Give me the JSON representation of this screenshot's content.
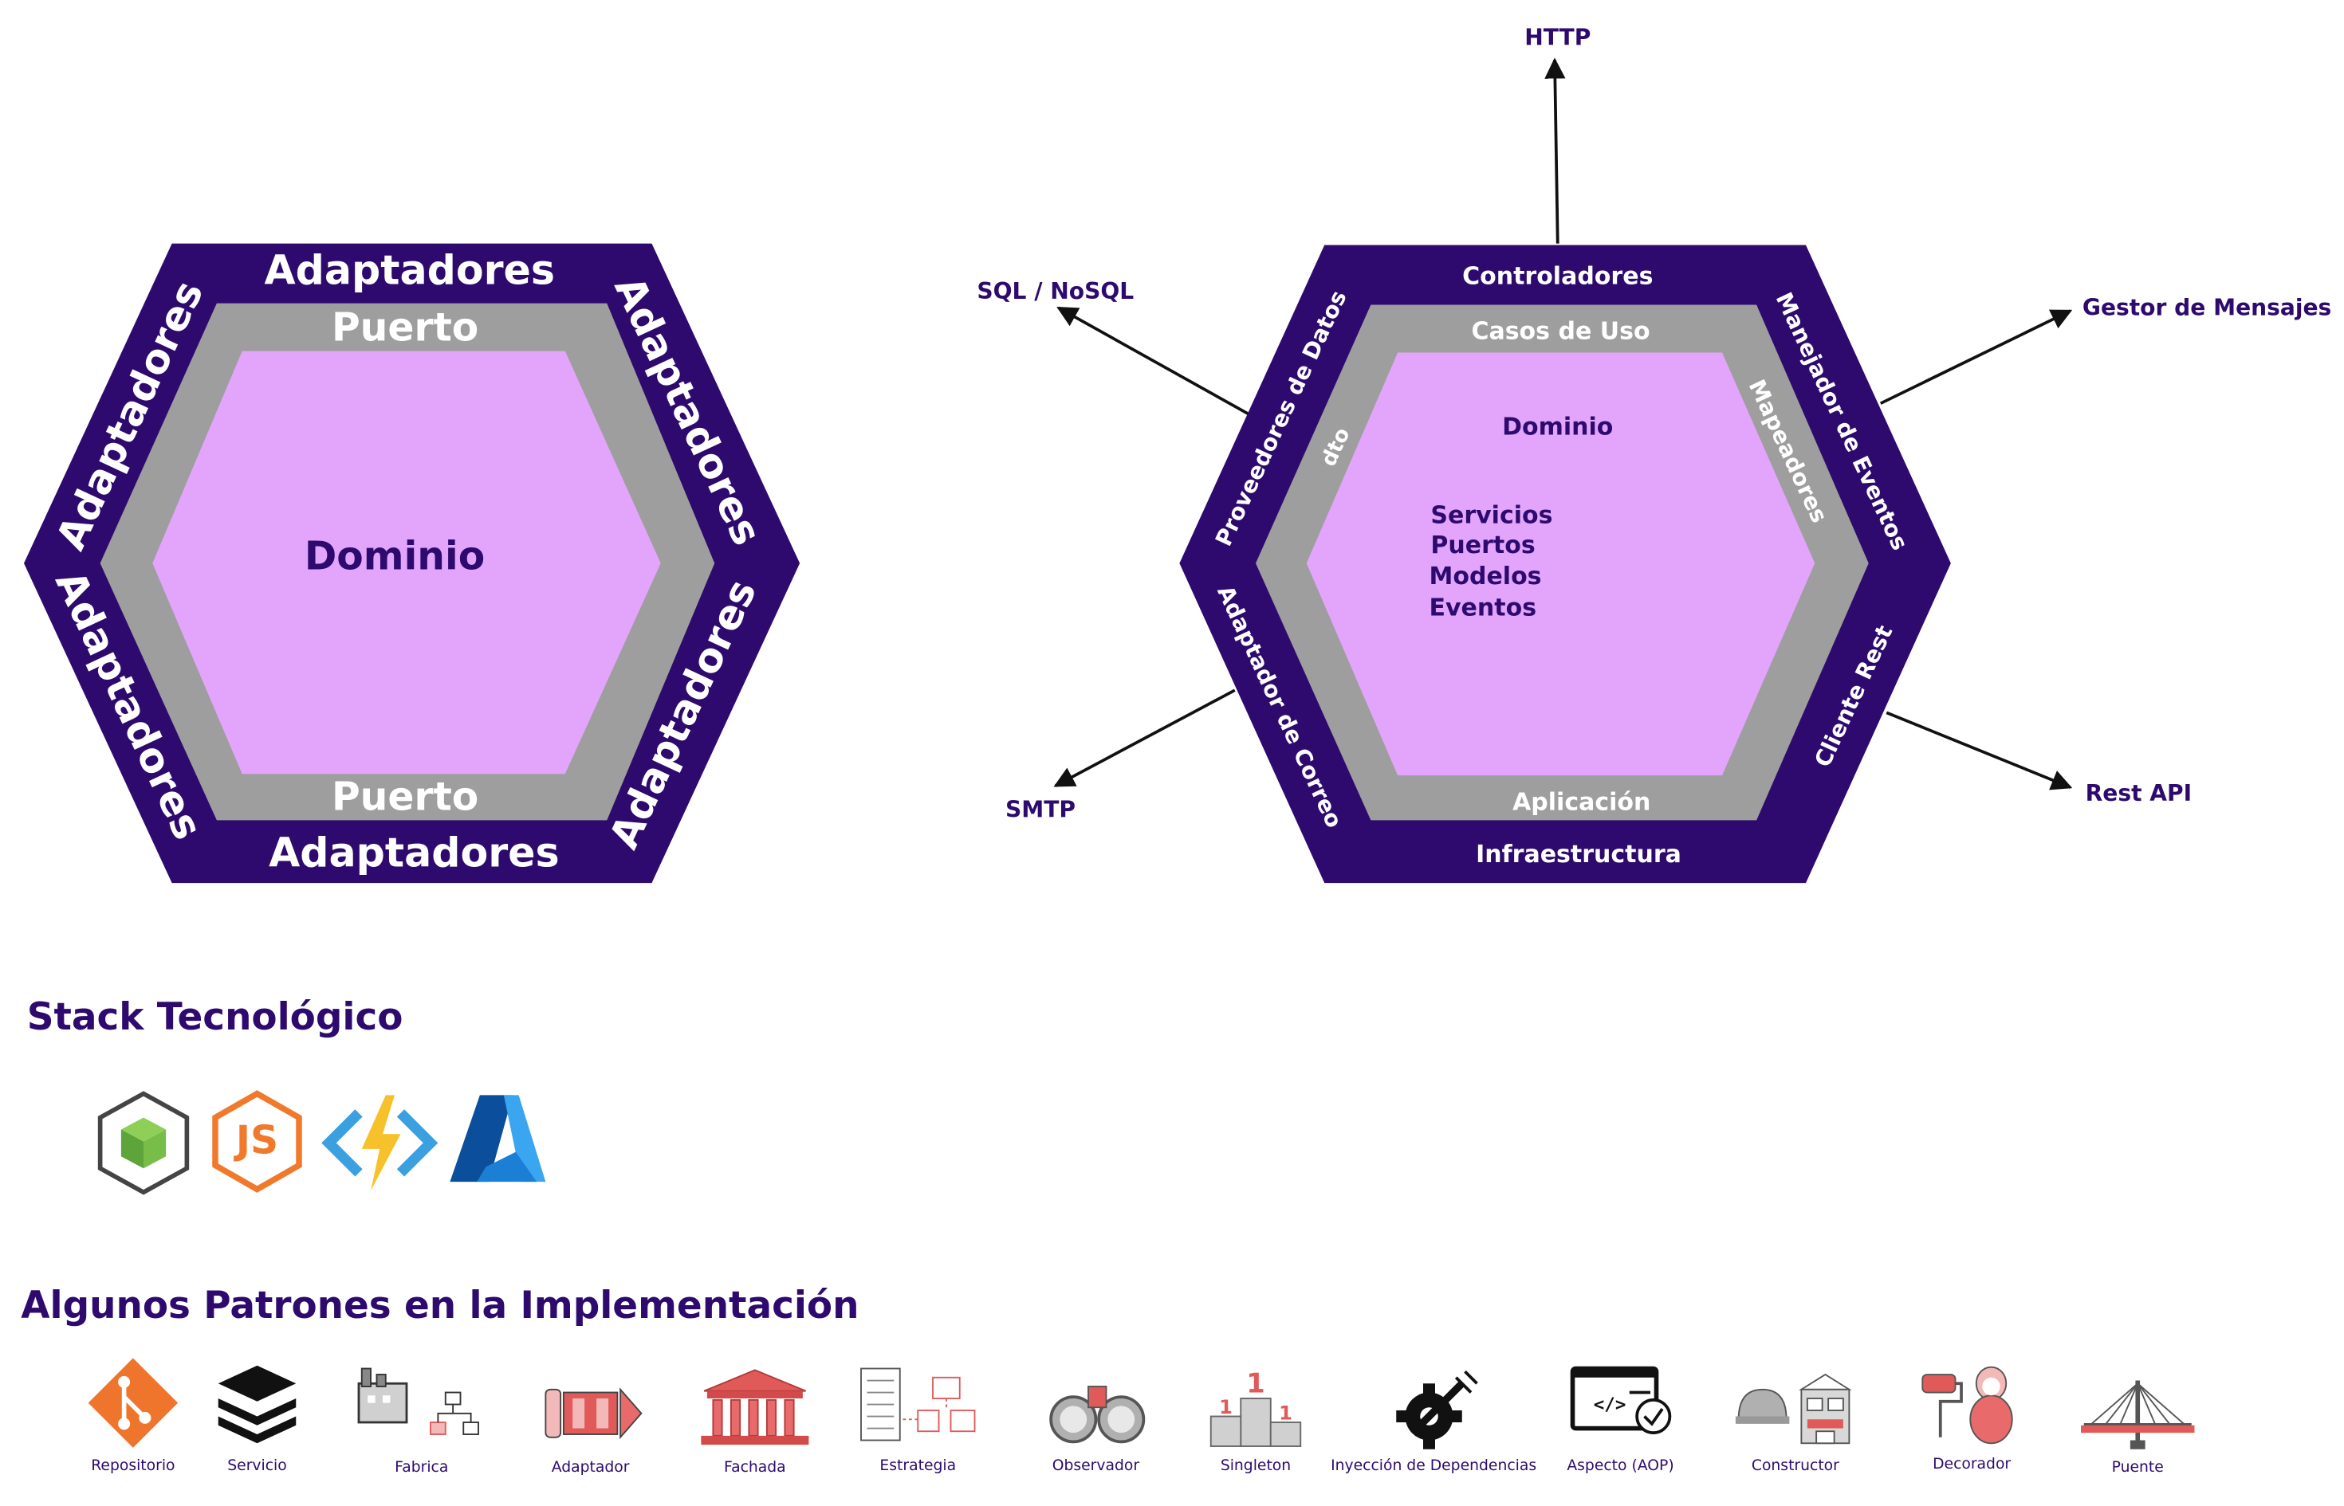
{
  "hex_left": {
    "outer_labels": {
      "top": "Adaptadores",
      "bottom": "Adaptadores",
      "upper_left": "Adaptadores",
      "upper_right": "Adaptadores",
      "lower_left": "Adaptadores",
      "lower_right": "Adaptadores"
    },
    "middle_labels": {
      "top": "Puerto",
      "bottom": "Puerto"
    },
    "core_label": "Dominio"
  },
  "hex_right": {
    "outer_labels": {
      "top": "Controladores",
      "upper_left": "Proveedores de Datos",
      "upper_right": "Manejador de Eventos",
      "lower_left": "Adaptador de Correo",
      "lower_right": "Cliente Rest",
      "bottom": "Infraestructura"
    },
    "middle_labels": {
      "top": "Casos de Uso",
      "bottom": "Aplicación",
      "left": "dto",
      "right": "Mapeadores"
    },
    "core": {
      "title": "Dominio",
      "items": [
        "Servicios",
        "Puertos",
        "Modelos",
        "Eventos"
      ]
    },
    "external": {
      "http": "HTTP",
      "sql": "SQL / NoSQL",
      "messaging": "Gestor de Mensajes",
      "smtp": "SMTP",
      "rest": "Rest API"
    }
  },
  "stack": {
    "title": "Stack Tecnológico",
    "icons": [
      "nodejs-icon",
      "javascript-icon",
      "azure-functions-icon",
      "azure-icon"
    ]
  },
  "patterns": {
    "title": "Algunos Patrones en la Implementación",
    "items": [
      {
        "label": "Repositorio",
        "icon": "git-icon"
      },
      {
        "label": "Servicio",
        "icon": "layers-icon"
      },
      {
        "label": "Fabrica",
        "icon": "factory-icon"
      },
      {
        "label": "Adaptador",
        "icon": "adapter-icon"
      },
      {
        "label": "Fachada",
        "icon": "building-facade-icon"
      },
      {
        "label": "Estrategia",
        "icon": "strategy-icon"
      },
      {
        "label": "Observador",
        "icon": "binoculars-icon"
      },
      {
        "label": "Singleton",
        "icon": "podium-icon"
      },
      {
        "label": "Inyección de Dependencias",
        "icon": "gear-syringe-icon"
      },
      {
        "label": "Aspecto (AOP)",
        "icon": "code-monitor-icon"
      },
      {
        "label": "Constructor",
        "icon": "builder-icon"
      },
      {
        "label": "Decorador",
        "icon": "paint-roller-doll-icon"
      },
      {
        "label": "Puente",
        "icon": "bridge-icon"
      }
    ]
  },
  "colors": {
    "outer": "#2e0a6e",
    "middle": "#9e9e9e",
    "core": "#e2a5fb",
    "text_dark": "#2e0a6e",
    "pattern_red": "#e05a5a"
  }
}
